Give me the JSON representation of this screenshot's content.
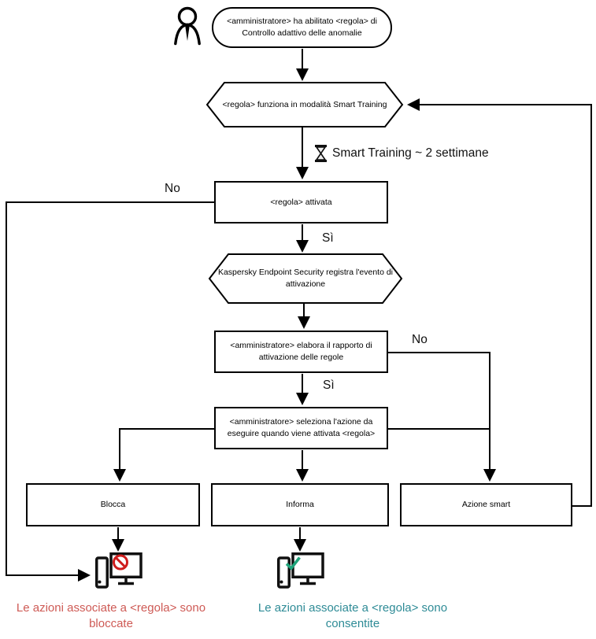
{
  "colors": {
    "line": "#000000",
    "blocked_sign": "#cf1d1d",
    "allowed_check": "#1fa37a",
    "blocked_text": "#ce5a55",
    "allowed_text": "#2e8b96"
  },
  "flow": {
    "start": "<amministratore> ha abilitato <regola> di\nControllo adattivo delle anomalie",
    "training_mode": "<regola> funziona in modalità Smart Training",
    "timer": "Smart Training ~ 2 settimane",
    "rule_triggered": "<regola> attivata",
    "log_event": "Kaspersky Endpoint Security registra l'evento di\nattivazione",
    "process_report": "<amministratore> elabora il rapporto di\nattivazione delle regole",
    "select_action": "<amministratore> seleziona l'azione da\neseguire quando viene attivata <regola>",
    "action_block": "Blocca",
    "action_inform": "Informa",
    "action_smart": "Azione smart",
    "label_no_left": "No",
    "label_yes_1": "Sì",
    "label_no_right": "No",
    "label_yes_2": "Sì",
    "outcome_blocked": "Le azioni associate a <regola> sono\nbloccate",
    "outcome_allowed": "Le azioni associate a <regola> sono\nconsentite"
  }
}
